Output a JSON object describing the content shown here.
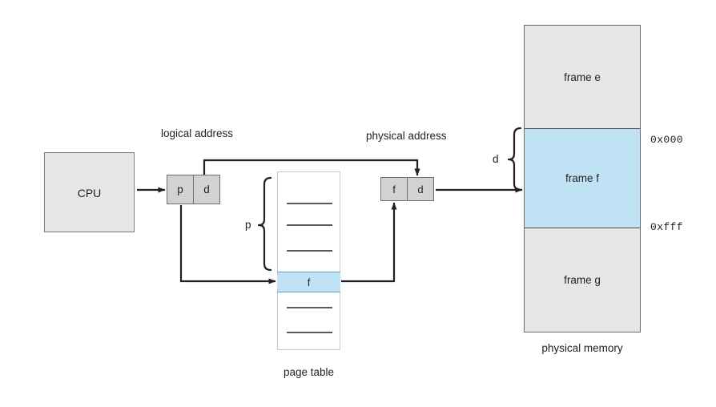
{
  "diagram": {
    "title": "paging-hardware",
    "colors": {
      "box_gray": "#e6e6e6",
      "cell_gray": "#d2d2d2",
      "highlight_blue": "#bfe2f5",
      "stroke": "#231f20",
      "border_gray": "#6b6b6b",
      "background": "#ffffff"
    }
  },
  "cpu": {
    "label": "CPU"
  },
  "labels": {
    "logical_address": "logical address",
    "physical_address": "physical address",
    "page_table_caption": "page table",
    "physical_memory_caption": "physical memory"
  },
  "logical_address_box": {
    "page_number": "p",
    "offset": "d"
  },
  "physical_address_box": {
    "frame_number": "f",
    "offset": "d"
  },
  "braces": {
    "page_number_brace": "p",
    "offset_brace": "d"
  },
  "page_table": {
    "caption": "page table",
    "entries_above": 3,
    "entries_below": 2,
    "selected_entry": "f"
  },
  "physical_memory": {
    "caption": "physical memory",
    "frames": [
      {
        "label": "frame e",
        "highlight": false
      },
      {
        "label": "frame f",
        "highlight": true
      },
      {
        "label": "frame g",
        "highlight": false
      }
    ],
    "address_markers": {
      "top": "0x000",
      "bottom": "0xfff"
    }
  }
}
